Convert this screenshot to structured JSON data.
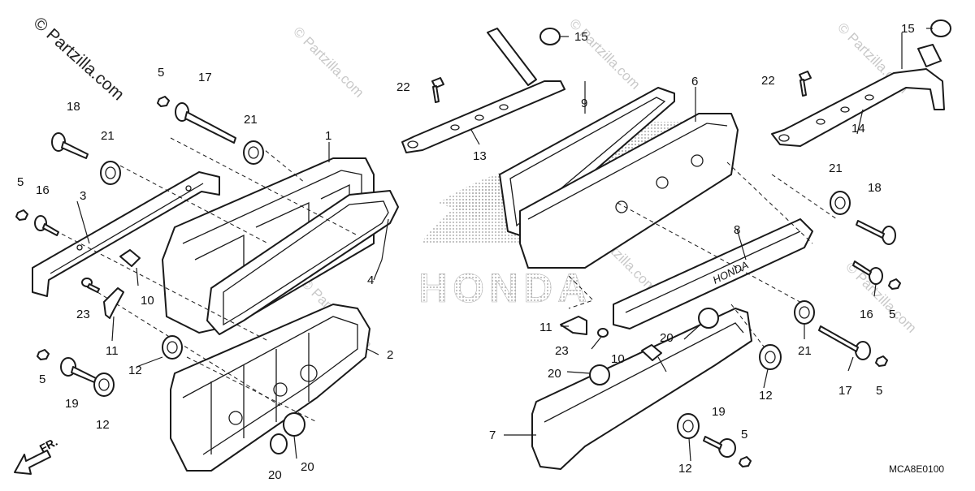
{
  "watermark": {
    "main": "© Partzilla.com",
    "repeat": "© Partzilla.com"
  },
  "brand_graphic": "HONDA",
  "emblem_text": "HONDA",
  "diagram_code": "MCA8E0100",
  "front_label": "FR.",
  "colors": {
    "line": "#1a1a1a",
    "background": "#ffffff",
    "watermark": "#c9c9c9"
  },
  "callouts": [
    "1",
    "2",
    "3",
    "4",
    "5",
    "6",
    "7",
    "8",
    "9",
    "10",
    "11",
    "12",
    "13",
    "14",
    "15",
    "16",
    "17",
    "18",
    "19",
    "20",
    "21",
    "22",
    "23"
  ]
}
